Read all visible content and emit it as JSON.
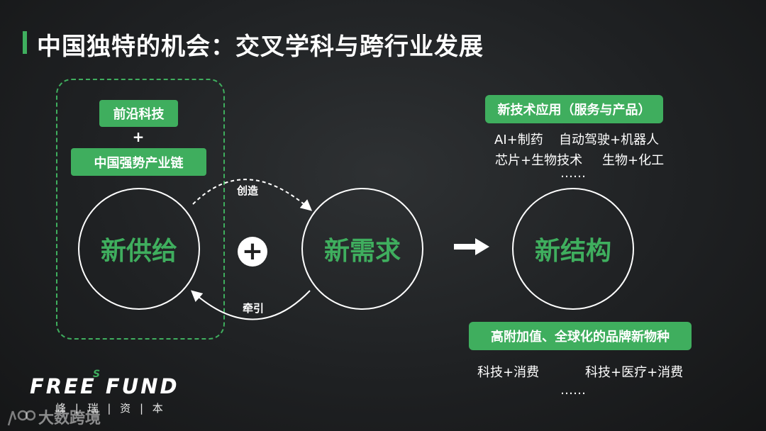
{
  "title": "中国独特的机会：交叉学科与跨行业发展",
  "supply": {
    "tech_label": "前沿科技",
    "plus": "+",
    "chain_label": "中国强势产业链",
    "circle_label": "新供给"
  },
  "operator_plus": "+",
  "demand": {
    "circle_label": "新需求"
  },
  "arrows": {
    "create_label": "创造",
    "pull_label": "牵引"
  },
  "structure": {
    "circle_label": "新结构"
  },
  "applications": {
    "header": "新技术应用（服务与产品）",
    "items": [
      "AI+制药",
      "自动驾驶+机器人",
      "芯片+生物技术",
      "生物+化工"
    ],
    "ellipsis": "……"
  },
  "brands": {
    "header": "高附加值、全球化的品牌新物种",
    "items": [
      "科技+消费",
      "科技+医疗+消费"
    ],
    "ellipsis": "……"
  },
  "logo": {
    "name": "FREE FUND",
    "superscript": "S",
    "chinese": "峰 | 瑞 | 资 | 本"
  },
  "watermark": {
    "text": "大数跨境"
  },
  "colors": {
    "accent": "#3fae5e",
    "background": "#1f2123"
  }
}
